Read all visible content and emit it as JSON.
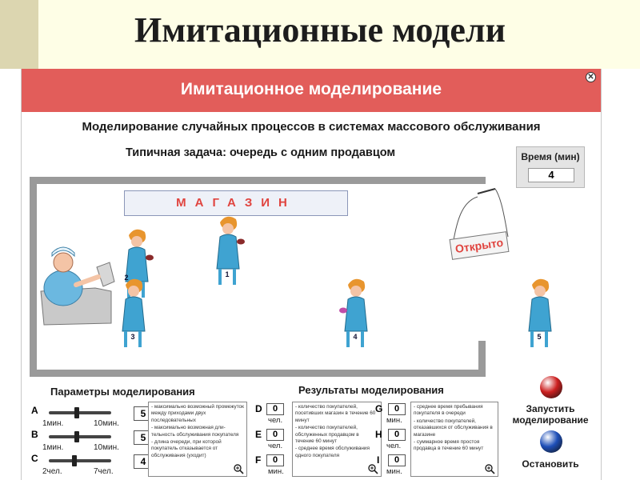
{
  "slide": {
    "title": "Имитационные модели"
  },
  "window": {
    "title": "Имитационное моделирование",
    "close_glyph": "✕"
  },
  "header": {
    "subtitle": "Моделирование случайных процессов в системах массового обслуживания",
    "task": "Типичная задача: очередь с одним продавцом"
  },
  "time": {
    "label": "Время (мин)",
    "value": "4"
  },
  "store": {
    "sign": "МАГАЗИН",
    "open_sign": "Открыто",
    "customer_numbers": [
      "1",
      "2",
      "3",
      "4",
      "5"
    ]
  },
  "params": {
    "title": "Параметры моделирования",
    "rows": [
      {
        "letter": "A",
        "min_label": "1мин.",
        "max_label": "10мин.",
        "value": "5",
        "position": 0.45
      },
      {
        "letter": "B",
        "min_label": "1мин.",
        "max_label": "10мин.",
        "value": "5",
        "position": 0.45
      },
      {
        "letter": "C",
        "min_label": "2чел.",
        "max_label": "7чел.",
        "value": "4",
        "position": 0.4
      }
    ],
    "notes": [
      "- максимально возможный промежуток между приходами двух последовательных",
      "- максимально возможная дли-тельность обслуживания покупателя",
      "- длина очереди, при которой покупатель отказывается от обслуживания (уходит)"
    ]
  },
  "results": {
    "title": "Результаты моделирования",
    "col1": [
      {
        "letter": "D",
        "value": "0",
        "unit": "чел."
      },
      {
        "letter": "E",
        "value": "0",
        "unit": "чел."
      },
      {
        "letter": "F",
        "value": "0",
        "unit": "мин."
      }
    ],
    "col1_notes": [
      "- количество покупателей, посетивших магазин в течение 60 минут",
      "- количество покупателей, обслуженных продавцом в течение 60 минут",
      "- среднее время обслуживания одного покупателя"
    ],
    "col2": [
      {
        "letter": "G",
        "value": "0",
        "unit": "мин."
      },
      {
        "letter": "H",
        "value": "0",
        "unit": "чел."
      },
      {
        "letter": "I",
        "value": "0",
        "unit": "мин."
      }
    ],
    "col2_notes": [
      "- среднее время пребывания покупателя в очереди",
      "- количество покупателей, отказавшихся от обслуживания в магазине",
      "- суммарное время простоя продавца в течение 60 минут"
    ]
  },
  "controls": {
    "start_label": "Запустить моделирование",
    "stop_label": "Остановить",
    "start_color": "#cc1f1f",
    "stop_color": "#1e4fb8"
  },
  "colors": {
    "window_header": "#e25d5a",
    "sign_text": "#e0443f",
    "customer_dress": "#3fa3d1",
    "customer_hair": "#e8952e"
  }
}
